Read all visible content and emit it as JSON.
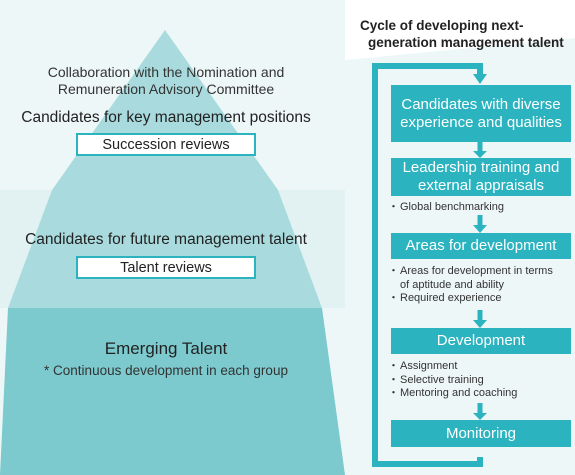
{
  "pyramid": {
    "top": {
      "collab_line1": "Collaboration with the Nomination and",
      "collab_line2": "Remuneration Advisory Committee",
      "title": "Candidates for key management positions",
      "review": "Succession reviews"
    },
    "middle": {
      "title": "Candidates for future management talent",
      "review": "Talent reviews"
    },
    "bottom": {
      "title": "Emerging Talent",
      "note": "* Continuous development in each group"
    }
  },
  "cycle": {
    "title_line1": "Cycle of developing next-",
    "title_line2": "generation management talent",
    "steps": [
      {
        "line1": "Candidates with diverse",
        "line2": "experience and qualities",
        "bullets": []
      },
      {
        "line1": "Leadership training and",
        "line2": "external appraisals",
        "bullets": [
          [
            "Global benchmarking"
          ]
        ]
      },
      {
        "line1": "Areas for development",
        "line2": "",
        "bullets": [
          [
            "Areas for development in terms",
            "of aptitude and ability"
          ],
          [
            "Required experience"
          ]
        ]
      },
      {
        "line1": "Development",
        "line2": "",
        "bullets": [
          [
            "Assignment"
          ],
          [
            "Selective training"
          ],
          [
            "Mentoring and coaching"
          ]
        ]
      },
      {
        "line1": "Monitoring",
        "line2": "",
        "bullets": []
      }
    ]
  },
  "colors": {
    "teal": "#2bb3c0",
    "band_mid": "#9fd6d9",
    "band_dark": "#7cc9ce",
    "band_light_bg": "#eef7f8"
  }
}
